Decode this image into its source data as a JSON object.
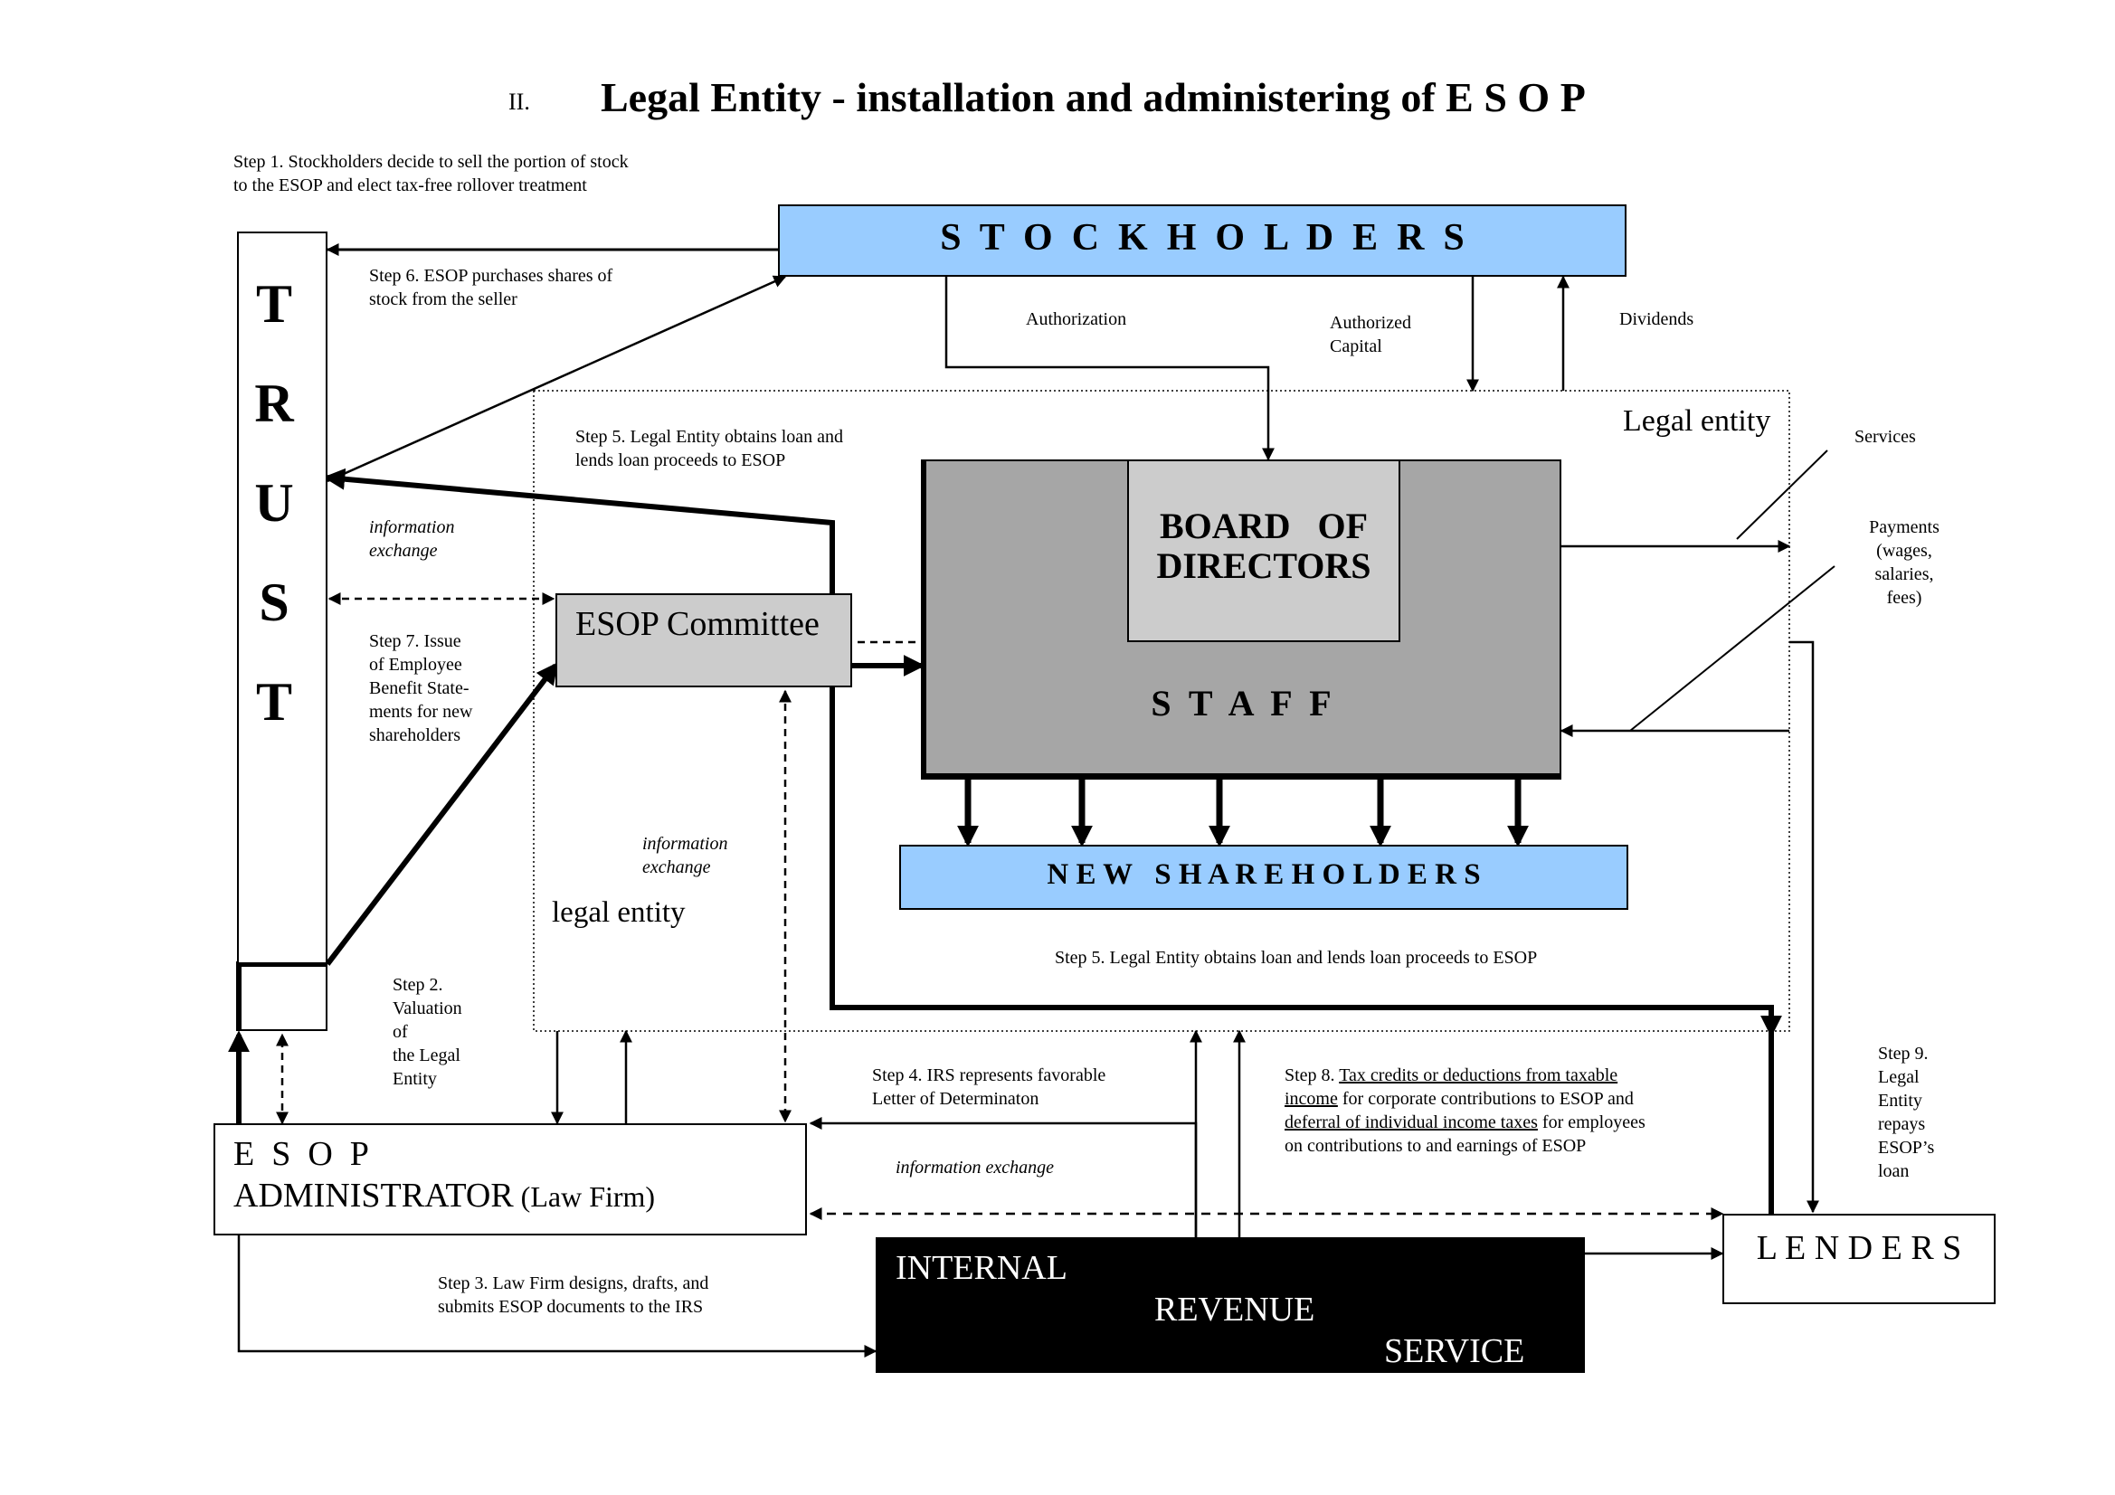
{
  "title": {
    "number": "II.",
    "text": "Legal Entity - installation and administering of E S O P"
  },
  "boxes": {
    "stockholders": "S  T  O  C  K  H  O  L  D  E  R  S",
    "trust_letters": [
      "T",
      "R",
      "U",
      "S",
      "T"
    ],
    "board": [
      "BOARD   OF",
      "DIRECTORS"
    ],
    "staff": "S  T  A  F  F",
    "esop_committee": "ESOP Committee",
    "new_shareholders": "N E W   S H A R E H O L D E R S",
    "esop_administrator_line1": "E  S  O  P",
    "esop_administrator_line2": "ADMINISTRATOR",
    "esop_administrator_suffix": " (Law Firm)",
    "irs_line1": "INTERNAL",
    "irs_line2": "REVENUE",
    "irs_line3": "SERVICE",
    "lenders": "L E N D E R S",
    "legal_entity_top": "Legal entity",
    "legal_entity_inner": "legal entity"
  },
  "labels": {
    "step1_line1": "Step 1. Stockholders decide to sell the portion of stock",
    "step1_line2": "to the ESOP and elect tax-free rollover treatment",
    "step6_line1": "Step 6. ESOP purchases shares of",
    "step6_line2": "stock from the seller",
    "authorization": "Authorization",
    "authorized_capital_1": "Authorized",
    "authorized_capital_2": "Capital",
    "dividends": "Dividends",
    "step5a_line1": "Step 5. Legal Entity obtains loan and",
    "step5a_line2": "lends loan proceeds to ESOP",
    "services": "Services",
    "payments_1": "Payments",
    "payments_2": "(wages,",
    "payments_3": "salaries,",
    "payments_4": "fees)",
    "info_exchange_a1": "information",
    "info_exchange_a2": "exchange",
    "step7_1": "Step 7. Issue",
    "step7_2": "of Employee",
    "step7_3": "Benefit State-",
    "step7_4": "ments for new",
    "step7_5": "shareholders",
    "info_exchange_b1": "information",
    "info_exchange_b2": "exchange",
    "step5b": "Step 5. Legal Entity obtains loan and lends loan proceeds to ESOP",
    "step2_1": "Step 2.",
    "step2_2": "Valuation",
    "step2_3": "of",
    "step2_4": "the Legal",
    "step2_5": "Entity",
    "step4_1": "Step 4. IRS represents favorable",
    "step4_2": "Letter of Determinaton",
    "info_exchange_c": "information exchange",
    "step8_prefix": "Step 8. ",
    "step8_u1": "Tax credits or deductions from taxable",
    "step8_u2": "income",
    "step8_rest2": " for corporate contributions to ESOP and",
    "step8_u3": "deferral of individual income taxes",
    "step8_rest3": " for employees",
    "step8_line4": "on contributions to and earnings of ESOP",
    "step9_1": "Step 9.",
    "step9_2": "Legal",
    "step9_3": "Entity",
    "step9_4": "repays",
    "step9_5": "ESOP’s",
    "step9_6": "loan",
    "step3_1": "Step 3. Law Firm designs, drafts, and",
    "step3_2": "submits ESOP documents to the IRS"
  },
  "colors": {
    "blue_box": "#99ccff",
    "staff_gray": "#a6a6a6",
    "light_gray": "#cccccc",
    "irs_black": "#000000"
  }
}
